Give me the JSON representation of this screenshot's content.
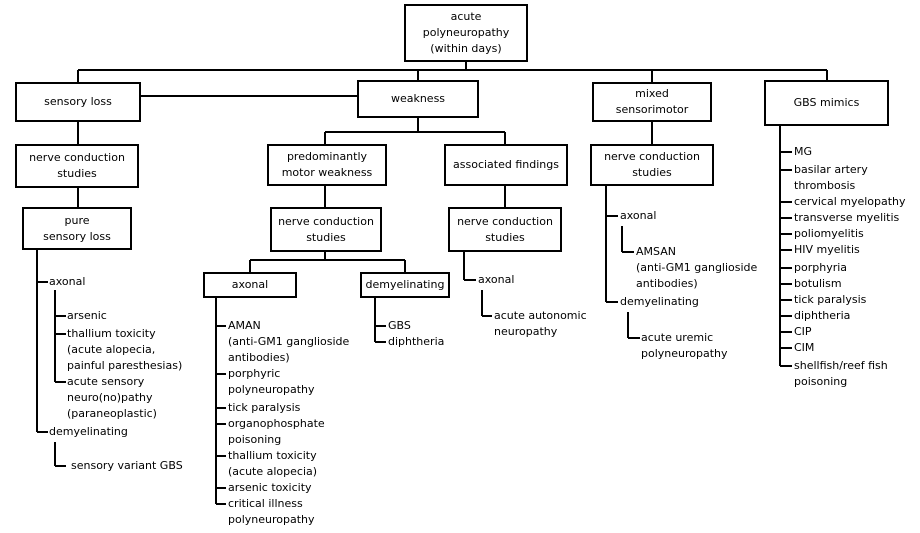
{
  "diagram": {
    "root": "acute\npolyneuropathy\n(within days)",
    "sensory": {
      "box": "sensory loss",
      "ncs": "nerve conduction\nstudies",
      "pure": "pure\nsensory loss",
      "axonal": "axonal",
      "axonal_items": [
        "arsenic",
        "thallium toxicity\n(acute alopecia,\npainful paresthesias)",
        "acute sensory\nneuro(no)pathy\n(paraneoplastic)"
      ],
      "demyelinating": "demyelinating",
      "demy_items": [
        "sensory variant GBS"
      ]
    },
    "weakness": {
      "box": "weakness",
      "motor": "predominantly\nmotor weakness",
      "ncs": "nerve conduction\nstudies",
      "axonal_box": "axonal",
      "axonal_items": [
        "AMAN\n(anti-GM1 ganglioside\nantibodies)",
        "porphyric\npolyneuropathy",
        "tick paralysis",
        "organophosphate\npoisoning",
        "thallium toxicity\n(acute alopecia)",
        "arsenic toxicity",
        "critical illness\npolyneuropathy"
      ],
      "demy_box": "demyelinating",
      "demy_items": [
        "GBS",
        "diphtheria"
      ],
      "assoc": "associated findings",
      "assoc_ncs": "nerve conduction\nstudies",
      "assoc_axonal": "axonal",
      "assoc_items": [
        "acute autonomic\nneuropathy"
      ]
    },
    "mixed": {
      "box": "mixed\nsensorimotor",
      "ncs": "nerve conduction\nstudies",
      "axonal": "axonal",
      "axonal_items": [
        "AMSAN\n(anti-GM1 ganglioside\nantibodies)"
      ],
      "demyelinating": "demyelinating",
      "demy_items": [
        "acute uremic\npolyneuropathy"
      ]
    },
    "mimics": {
      "box": "GBS mimics",
      "items": [
        "MG",
        "basilar artery\nthrombosis",
        "cervical myelopathy",
        "transverse myelitis",
        "poliomyelitis",
        "HIV myelitis",
        "porphyria",
        "botulism",
        "tick paralysis",
        "diphtheria",
        "CIP",
        "CIM",
        "shellfish/reef fish\npoisoning"
      ]
    }
  }
}
